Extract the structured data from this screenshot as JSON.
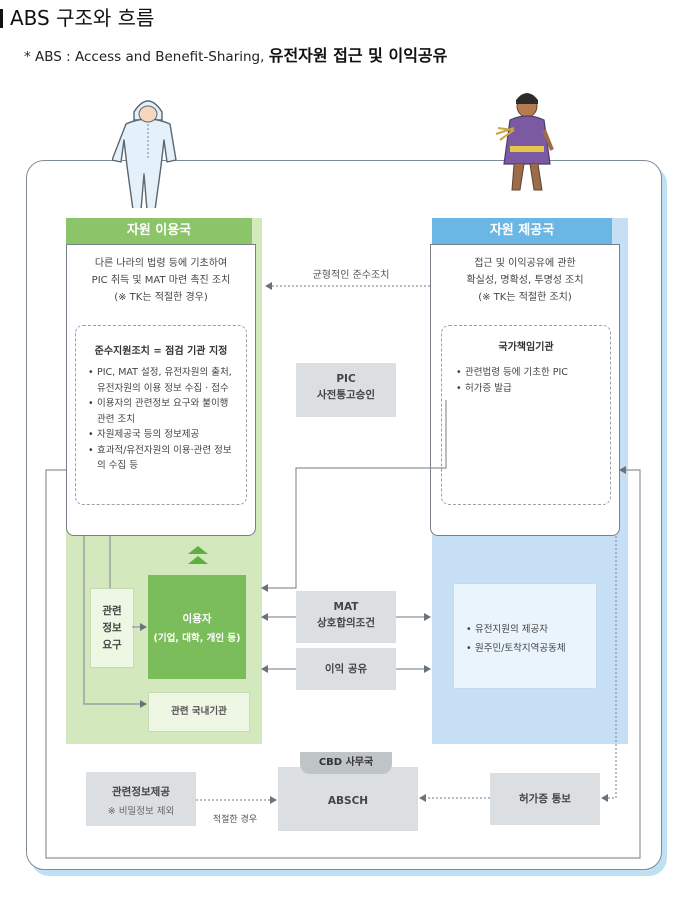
{
  "header": {
    "title": "ABS 구조와 흐름",
    "subtitle_en": "* ABS : Access and Benefit-Sharing,",
    "subtitle_ko": "유전자원 접근 및 이익공유"
  },
  "user_country": {
    "title": "자원 이용국",
    "caption": [
      "다른 나라의 법령 등에 기초하여",
      "PIC 취득 및 MAT 마련 촉진 조치",
      "(※ TK는 적절한 경우)"
    ],
    "compliance_title": "준수지원조치 = 점검 기관 지정",
    "compliance_items": [
      "PIC, MAT 설정, 유전자원의 출처, 유전자원의 이용 정보 수집 · 접수",
      "이용자의 관련정보 요구와 불이행 관련 조치",
      "자원제공국 등의 정보제공",
      "효과적/유전자원의 이용·관련 정보의 수집 등"
    ],
    "info_request": "관련 정보 요구",
    "user_title": "이용자",
    "user_desc": "(기업, 대학, 개인 등)",
    "domestic_agency": "관련 국내기관"
  },
  "provider_country": {
    "title": "자원 제공국",
    "caption": [
      "접근 및 이익공유에 관한",
      "확실성, 명확성, 투명성 조치",
      "(※ TK는 적절한 조치)"
    ],
    "authority_title": "국가책임기관",
    "authority_items": [
      "관련법령 등에 기초한 PIC",
      "허가증 발급"
    ],
    "provider_items": [
      "유전지원의 제공자",
      "원주민/토착지역공동체"
    ]
  },
  "center": {
    "balanced": "균형적인 준수조치",
    "pic_title": "PIC",
    "pic_desc": "사전통고승인",
    "mat_title": "MAT",
    "mat_desc": "상호합의조건",
    "benefit": "이익 공유"
  },
  "bottom": {
    "info_provide": "관련정보제공",
    "info_note": "※ 비밀정보 제외",
    "when_appropriate": "적절한 경우",
    "cbd": "CBD 사무국",
    "absch": "ABSCH",
    "permit_notice": "허가증 통보"
  }
}
